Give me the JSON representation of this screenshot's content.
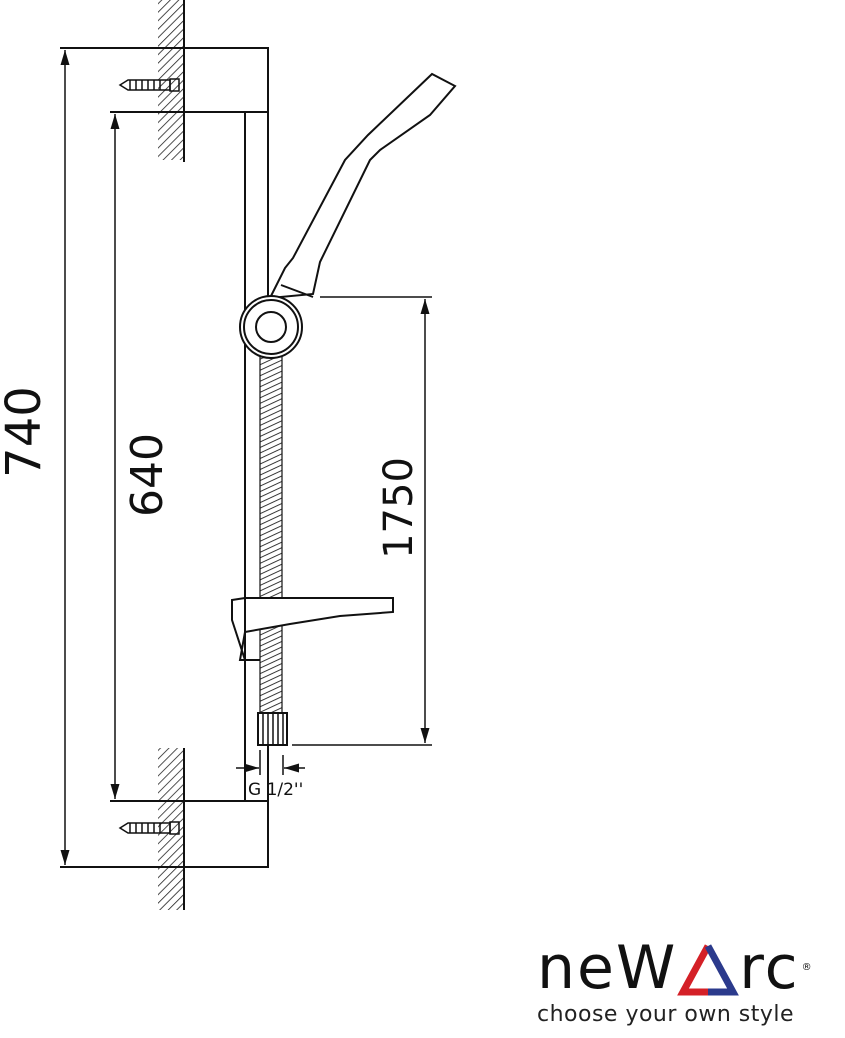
{
  "dimensions": {
    "overall_length": "740",
    "bracket_spacing": "640",
    "hose_length": "1750",
    "connection_thread": "G 1/2''"
  },
  "logo": {
    "brand_prefix": "neW",
    "brand_suffix": "rc",
    "registered": "®",
    "tagline": "choose your own style",
    "colors": {
      "red": "#d42027",
      "blue": "#2b3a8c",
      "text": "#111111"
    }
  }
}
